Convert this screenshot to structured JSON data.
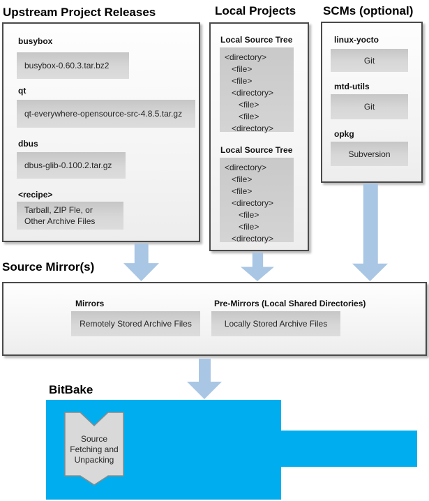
{
  "colors": {
    "accent_cyan": "#00aeef",
    "arrow_blue": "#a9c6e4",
    "value_box_gray": "#d9d9d9"
  },
  "upstream": {
    "title": "Upstream Project Releases",
    "items": [
      {
        "label": "busybox",
        "file": "busybox-0.60.3.tar.bz2"
      },
      {
        "label": "qt",
        "file": "qt-everywhere-opensource-src-4.8.5.tar.gz"
      },
      {
        "label": "dbus",
        "file": "dbus-glib-0.100.2.tar.gz"
      },
      {
        "label": "<recipe>",
        "file": "Tarball, ZIP Fle, or\nOther Archive Files"
      }
    ]
  },
  "local_projects": {
    "title": "Local Projects",
    "trees": [
      {
        "label": "Local Source Tree",
        "lines": "<directory>\n   <file>\n   <file>\n   <directory>\n      <file>\n      <file>\n   <directory>"
      },
      {
        "label": "Local Source Tree",
        "lines": "<directory>\n   <file>\n   <file>\n   <directory>\n      <file>\n      <file>\n   <directory>"
      }
    ]
  },
  "scms": {
    "title": "SCMs (optional)",
    "items": [
      {
        "label": "linux-yocto",
        "scm": "Git"
      },
      {
        "label": "mtd-utils",
        "scm": "Git"
      },
      {
        "label": "opkg",
        "scm": "Subversion"
      }
    ]
  },
  "mirrors": {
    "title": "Source Mirror(s)",
    "mirrors_label": "Mirrors",
    "mirrors_value": "Remotely Stored Archive Files",
    "premirrors_label": "Pre-Mirrors (Local Shared Directories)",
    "premirrors_value": "Locally Stored Archive Files"
  },
  "bitbake": {
    "title": "BitBake",
    "step": "Source\nFetching and\nUnpacking"
  }
}
